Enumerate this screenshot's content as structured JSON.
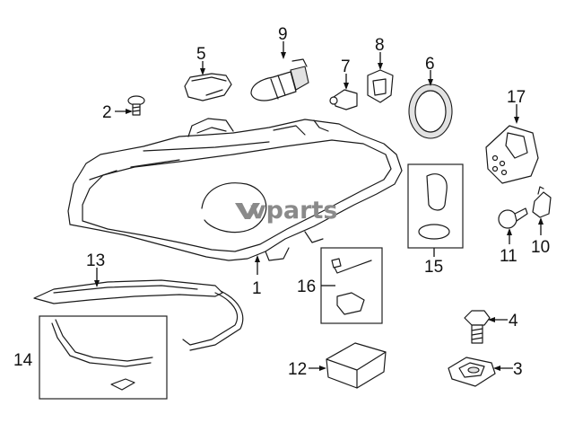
{
  "watermark": "vparts",
  "callouts": [
    {
      "id": "1",
      "label": "1"
    },
    {
      "id": "2",
      "label": "2"
    },
    {
      "id": "3",
      "label": "3"
    },
    {
      "id": "4",
      "label": "4"
    },
    {
      "id": "5",
      "label": "5"
    },
    {
      "id": "6",
      "label": "6"
    },
    {
      "id": "7",
      "label": "7"
    },
    {
      "id": "8",
      "label": "8"
    },
    {
      "id": "9",
      "label": "9"
    },
    {
      "id": "10",
      "label": "10"
    },
    {
      "id": "11",
      "label": "11"
    },
    {
      "id": "12",
      "label": "12"
    },
    {
      "id": "13",
      "label": "13"
    },
    {
      "id": "14",
      "label": "14"
    },
    {
      "id": "15",
      "label": "15"
    },
    {
      "id": "16",
      "label": "16"
    },
    {
      "id": "17",
      "label": "17"
    }
  ]
}
